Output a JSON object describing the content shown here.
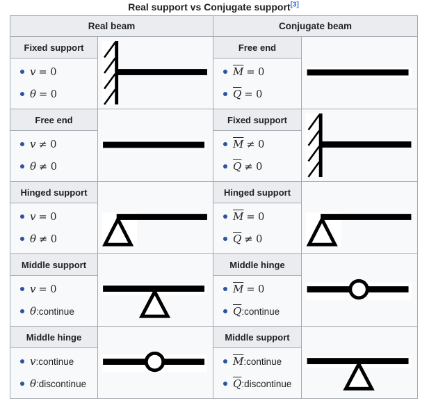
{
  "title": {
    "text": "Real support vs Conjugate support",
    "ref": "[3]"
  },
  "colors": {
    "header_bg": "#eaecf0",
    "cell_bg": "#f8f9fa",
    "border": "#a2a9b1",
    "text": "#202122",
    "bullet": "#2b549c",
    "ref_link": "#3366cc",
    "beam": "#000000"
  },
  "table": {
    "column_headers": {
      "real": "Real beam",
      "conjugate": "Conjugate beam"
    },
    "rows": [
      {
        "real": {
          "label": "Fixed support",
          "diagram": "fixed-support",
          "items": [
            {
              "sym": "v",
              "overline": false,
              "math": "= 0",
              "text": ""
            },
            {
              "sym": "θ",
              "overline": false,
              "math": "= 0",
              "text": ""
            }
          ]
        },
        "conjugate": {
          "label": "Free end",
          "diagram": "free-end",
          "items": [
            {
              "sym": "M",
              "overline": true,
              "math": "= 0",
              "text": ""
            },
            {
              "sym": "Q",
              "overline": true,
              "math": "= 0",
              "text": ""
            }
          ]
        }
      },
      {
        "real": {
          "label": "Free end",
          "diagram": "free-end",
          "items": [
            {
              "sym": "v",
              "overline": false,
              "math": "≠ 0",
              "text": ""
            },
            {
              "sym": "θ",
              "overline": false,
              "math": "≠ 0",
              "text": ""
            }
          ]
        },
        "conjugate": {
          "label": "Fixed support",
          "diagram": "fixed-support",
          "items": [
            {
              "sym": "M",
              "overline": true,
              "math": "≠ 0",
              "text": ""
            },
            {
              "sym": "Q",
              "overline": true,
              "math": "≠ 0",
              "text": ""
            }
          ]
        }
      },
      {
        "real": {
          "label": "Hinged support",
          "diagram": "end-hinged-support",
          "items": [
            {
              "sym": "v",
              "overline": false,
              "math": "= 0",
              "text": ""
            },
            {
              "sym": "θ",
              "overline": false,
              "math": "≠ 0",
              "text": ""
            }
          ]
        },
        "conjugate": {
          "label": "Hinged support",
          "diagram": "end-hinged-support",
          "items": [
            {
              "sym": "M",
              "overline": true,
              "math": "= 0",
              "text": ""
            },
            {
              "sym": "Q",
              "overline": true,
              "math": "≠ 0",
              "text": ""
            }
          ]
        }
      },
      {
        "real": {
          "label": "Middle support",
          "diagram": "middle-support",
          "items": [
            {
              "sym": "v",
              "overline": false,
              "math": "= 0",
              "text": ""
            },
            {
              "sym": "θ",
              "overline": false,
              "math": "",
              "text": ":continue"
            }
          ]
        },
        "conjugate": {
          "label": "Middle hinge",
          "diagram": "middle-hinge",
          "items": [
            {
              "sym": "M",
              "overline": true,
              "math": "= 0",
              "text": ""
            },
            {
              "sym": "Q",
              "overline": true,
              "math": "",
              "text": ":continue"
            }
          ]
        }
      },
      {
        "real": {
          "label": "Middle hinge",
          "diagram": "middle-hinge",
          "items": [
            {
              "sym": "v",
              "overline": false,
              "math": "",
              "text": ":continue"
            },
            {
              "sym": "θ",
              "overline": false,
              "math": "",
              "text": ":discontinue"
            }
          ]
        },
        "conjugate": {
          "label": "Middle support",
          "diagram": "middle-support",
          "items": [
            {
              "sym": "M",
              "overline": true,
              "math": "",
              "text": ":continue"
            },
            {
              "sym": "Q",
              "overline": true,
              "math": "",
              "text": ":discontinue"
            }
          ]
        }
      }
    ]
  }
}
